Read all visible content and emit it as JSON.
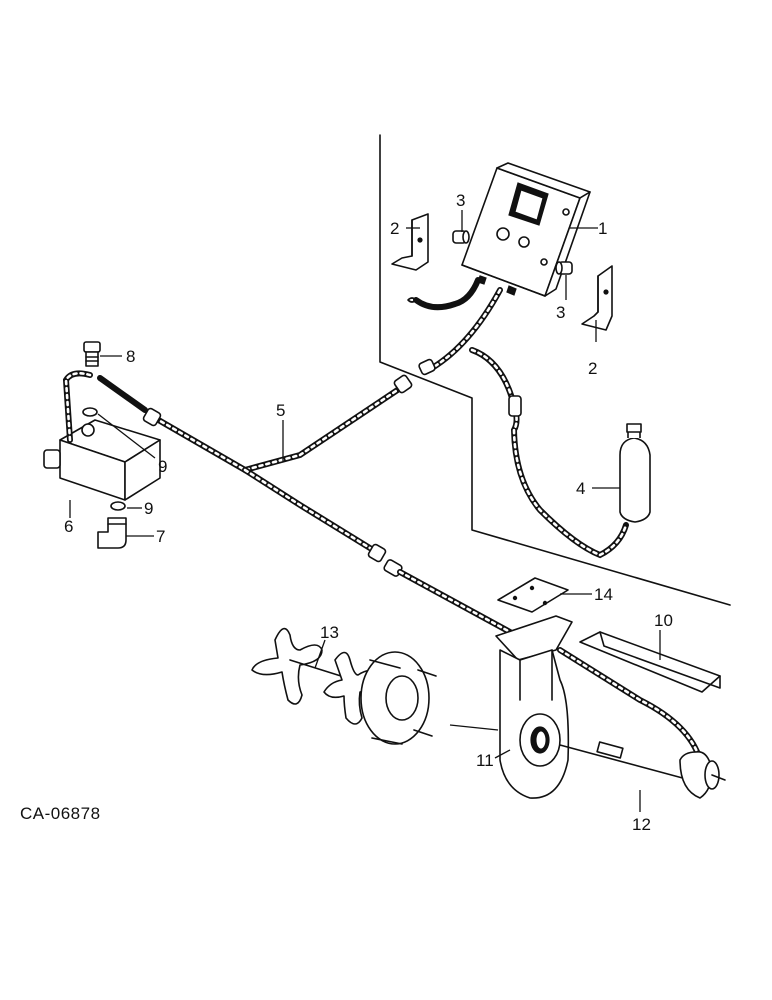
{
  "drawing_code": "CA-06878",
  "callouts": [
    "1",
    "2",
    "3",
    "3",
    "2",
    "8",
    "9",
    "9",
    "5",
    "4",
    "6",
    "7",
    "14",
    "10",
    "13",
    "11",
    "12"
  ]
}
